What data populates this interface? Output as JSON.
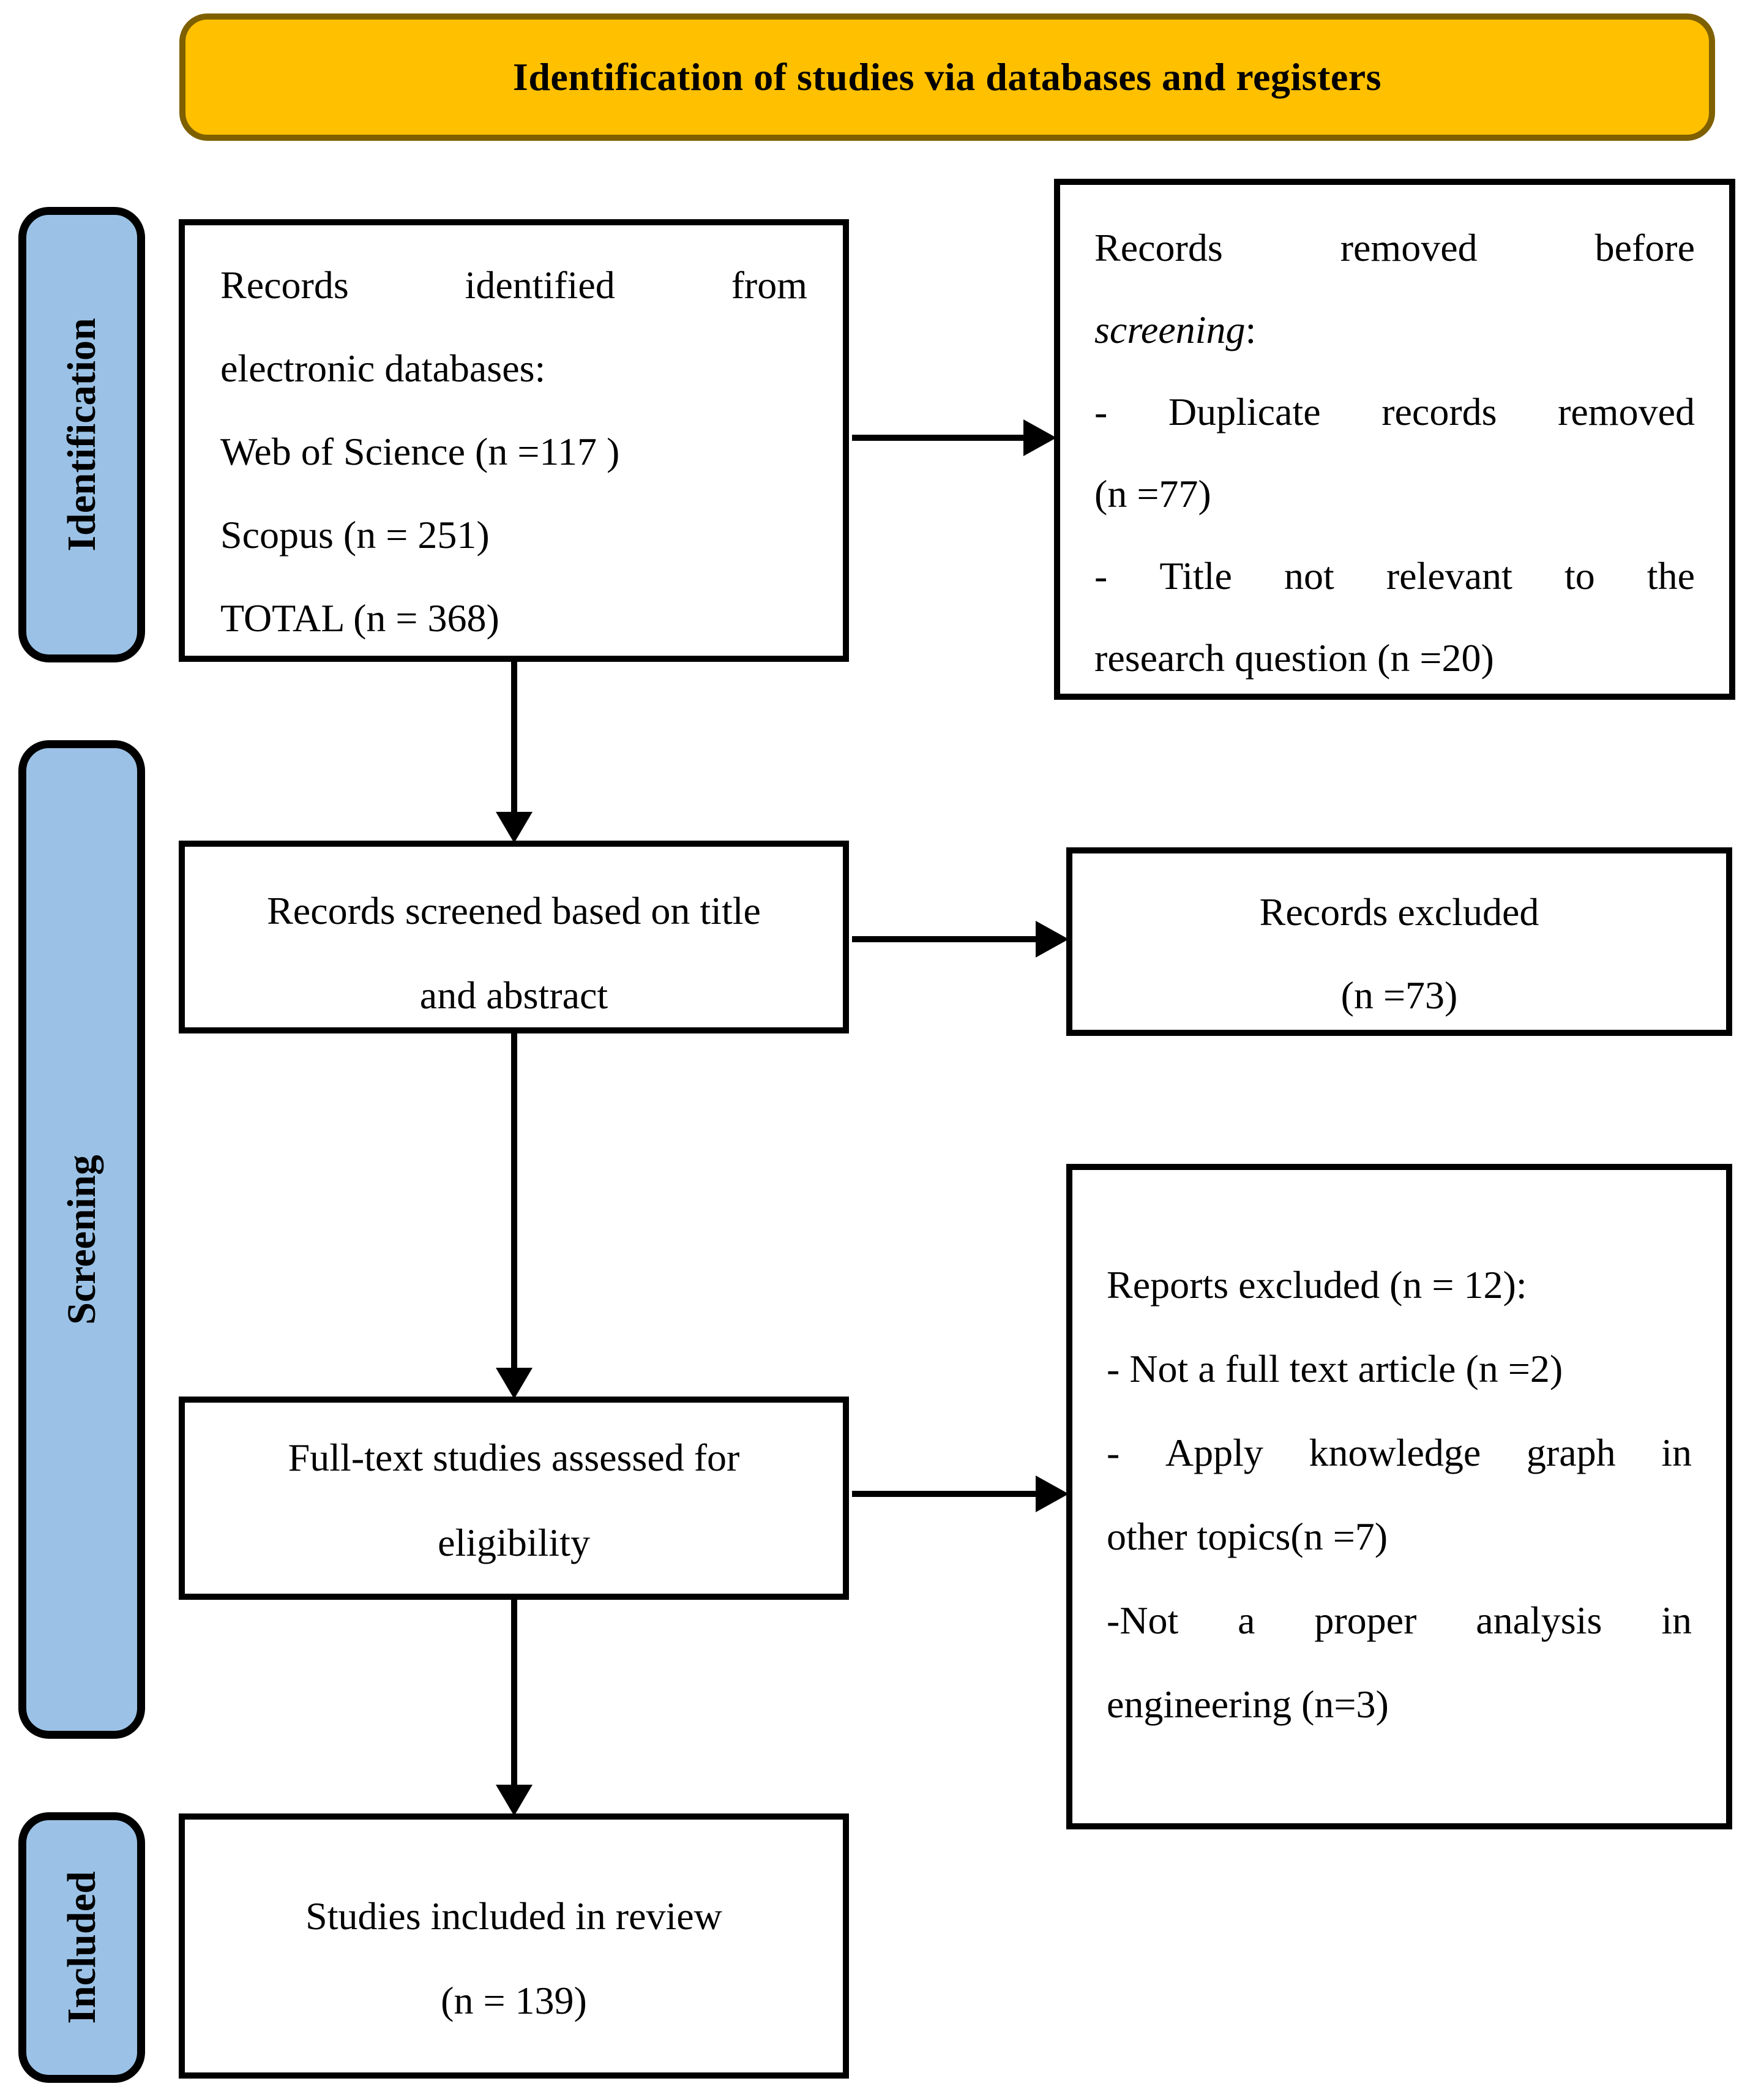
{
  "colors": {
    "banner_fill": "#FFC000",
    "banner_border": "#7F6000",
    "stage_fill": "#9BC2E6",
    "title_color": "#000000",
    "box_border": "#000000"
  },
  "title_banner": {
    "text": "Identification of studies via databases and registers"
  },
  "sidebar": {
    "labels": [
      {
        "id": "identification",
        "text": "Identification"
      },
      {
        "id": "screening",
        "text": "Screening"
      },
      {
        "id": "included",
        "text": "Included"
      }
    ]
  },
  "boxes": {
    "records_identified": {
      "lines": [
        {
          "j": true,
          "t": "Records identified from"
        },
        {
          "t": "electronic databases:"
        },
        {
          "t": "Web of Science (n =117 )"
        },
        {
          "t": "Scopus (n = 251)"
        },
        {
          "t": "TOTAL (n = 368)"
        }
      ]
    },
    "records_removed": {
      "lines": [
        {
          "j": true,
          "t": "Records removed before"
        },
        {
          "parts": [
            {
              "t": "screening",
              "i": true
            },
            {
              "t": ":"
            }
          ]
        },
        {
          "j": true,
          "t": "- Duplicate records removed"
        },
        {
          "t": "(n =77)"
        },
        {
          "j": true,
          "t": "- Title not relevant to the"
        },
        {
          "t": "research question (n =20)"
        }
      ]
    },
    "records_screened": {
      "lines": [
        {
          "t": "Records screened based on title"
        },
        {
          "t": "and abstract"
        }
      ]
    },
    "records_excluded": {
      "lines": [
        {
          "t": "Records excluded"
        },
        {
          "t": "(n =73)"
        }
      ]
    },
    "fulltext_assessed": {
      "lines": [
        {
          "t": "Full-text studies assessed for"
        },
        {
          "t": "eligibility"
        }
      ]
    },
    "reports_excluded": {
      "lines": [
        {
          "t": "Reports excluded (n = 12):"
        },
        {
          "t": "- Not a full text article (n =2)"
        },
        {
          "j": true,
          "t": "- Apply knowledge graph in"
        },
        {
          "t": "other topics(n =7)"
        },
        {
          "j": true,
          "t": "-Not a proper analysis in"
        },
        {
          "t": "engineering (n=3)"
        }
      ]
    },
    "studies_included": {
      "lines": [
        {
          "t": "Studies included in review"
        },
        {
          "t": "(n = 139)"
        }
      ]
    }
  },
  "arrows": [
    {
      "name": "identified-to-removed",
      "direction": "right"
    },
    {
      "name": "identified-to-screened",
      "direction": "down"
    },
    {
      "name": "screened-to-excluded",
      "direction": "right"
    },
    {
      "name": "screened-to-fulltext",
      "direction": "down"
    },
    {
      "name": "fulltext-to-reports-excluded",
      "direction": "right"
    },
    {
      "name": "fulltext-to-included",
      "direction": "down"
    }
  ]
}
